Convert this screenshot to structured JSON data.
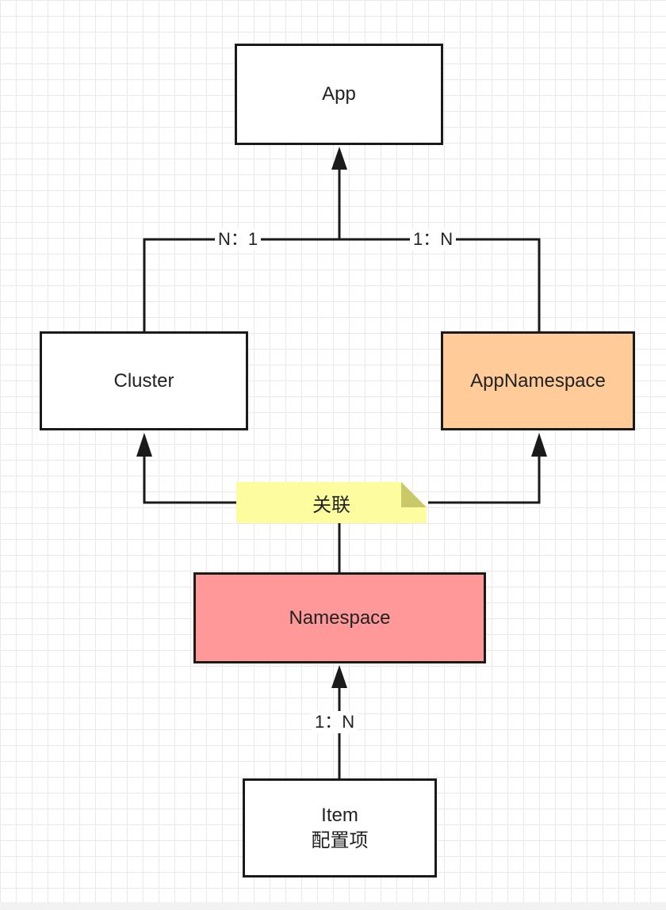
{
  "nodes": {
    "app": "App",
    "cluster": "Cluster",
    "app_namespace": "AppNamespace",
    "namespace": "Namespace",
    "item_line1": "Item",
    "item_line2": "配置项"
  },
  "edge_labels": {
    "cluster_app": "N：1",
    "app_namespace_app": "1：N",
    "item_namespace": "1：N"
  },
  "note": {
    "text": "关联"
  },
  "colors": {
    "app_namespace_fill": "#ffcc99",
    "namespace_fill": "#ff9999",
    "note_fill": "#fdfda0",
    "line": "#1a1a1a",
    "grid": "#e9e9e9"
  }
}
